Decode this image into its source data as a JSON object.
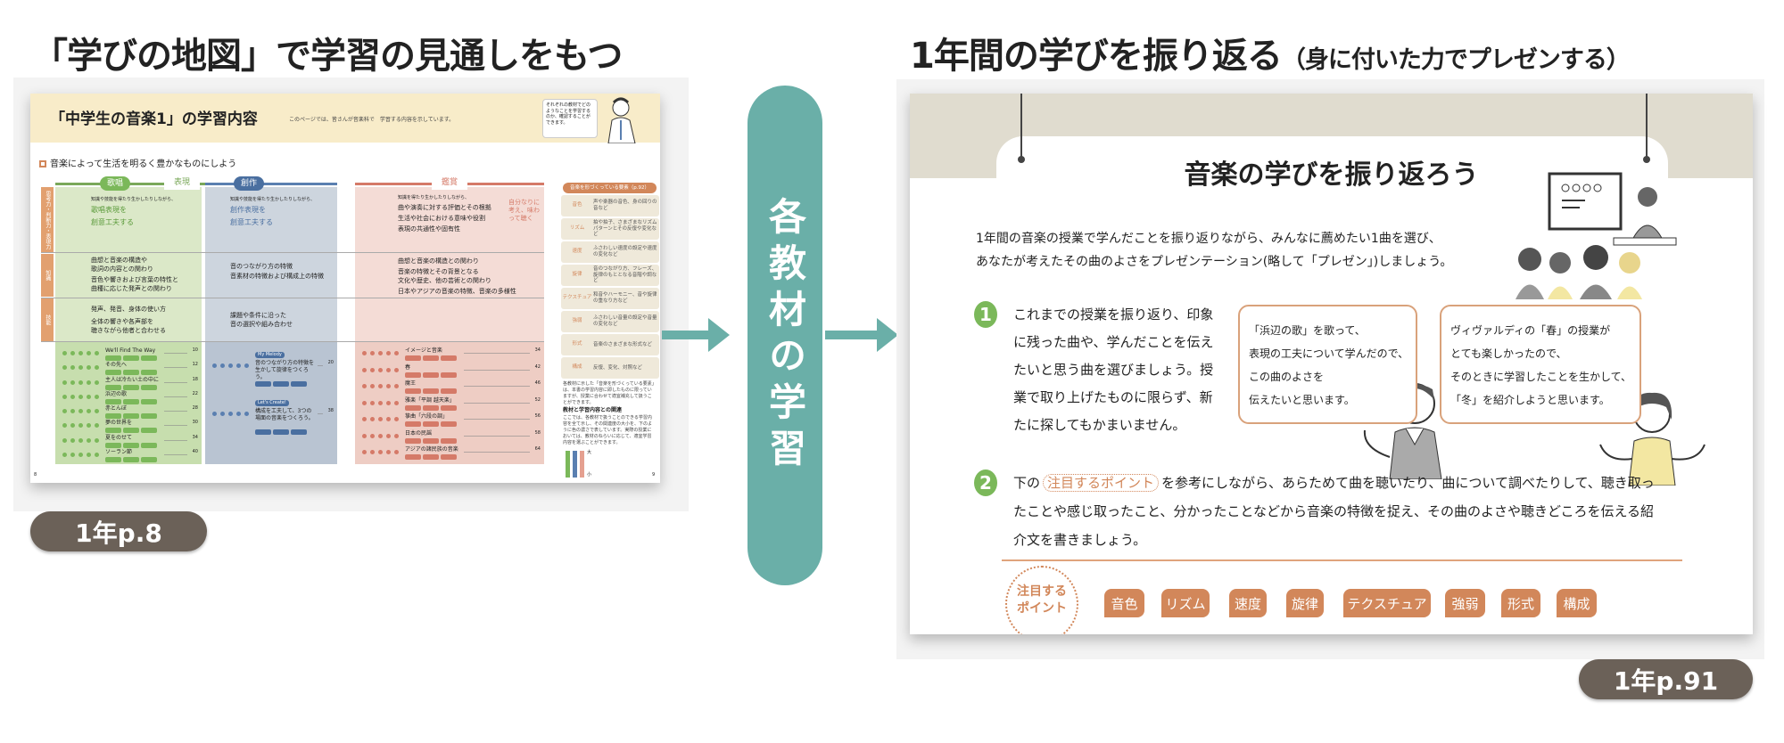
{
  "left": {
    "title": "「学びの地図」で学習の見通しをもつ",
    "badge": "1年p.8",
    "thumb": {
      "title": "「中学生の音楽1」の学習内容",
      "subtitle": "このページでは、皆さんが音楽科で　学習する内容を示しています。",
      "bubble": "それぞれの教材でどのようなことを学習するのか、確認することができます。",
      "section": "音楽によって生活を明るく豊かなものにしよう",
      "row_labels": [
        "思考力・判断力・表現力",
        "知識",
        "技能"
      ],
      "col_headers": {
        "kasho": "歌唱",
        "hyogen": "表現",
        "sosaku": "創作",
        "kansho": "鑑賞"
      },
      "green_texts": [
        "知識や技能を得たり生かしたりしながら、",
        "歌唱表現を",
        "創意工夫する",
        "曲想と音楽の構造や",
        "歌詞の内容との関わり",
        "音色や響きおよび言葉の特性と",
        "曲種に応じた発声との関わり",
        "発声、発音、身体の使い方",
        "全体の響きや各声部を",
        "聴きながら他者と合わせる"
      ],
      "blue_texts": [
        "知識や技能を得たり生かしたりしながら、",
        "創作表現を",
        "創意工夫する",
        "音のつながり方の特徴",
        "音素材の特徴および構成上の特徴",
        "課題や条件に沿った",
        "音の選択や組み合わせ"
      ],
      "red_texts": [
        "知識を得たり生かしたりしながら、",
        "曲や演奏に対する評価とその根拠",
        "生活や社会における意味や役割",
        "表現の共通性や固有性",
        "曲想と音楽の構造との関わり",
        "音楽の特徴とその背景となる",
        "文化や歴史、他の芸術との関わり",
        "日本やアジアの音楽の特徴、音楽の多様性"
      ],
      "red_aside": "自分なりに考え、味わって聴く",
      "green_items": [
        {
          "name": "We'll Find The Way",
          "page": "10"
        },
        {
          "name": "その先へ",
          "page": "12"
        },
        {
          "name": "主人は冷たい土の中に",
          "page": "18"
        },
        {
          "name": "浜辺の歌",
          "page": "22"
        },
        {
          "name": "赤とんぼ",
          "page": "28"
        },
        {
          "name": "夢の世界を",
          "page": "30"
        },
        {
          "name": "夏をのせて",
          "page": "34"
        },
        {
          "name": "ソーラン節",
          "page": "40"
        }
      ],
      "blue_items": [
        {
          "tag": "My Melody",
          "name": "音のつながり方の特徴を生かして旋律をつくろう。",
          "page": "20"
        },
        {
          "tag": "Let's Create!",
          "name": "構成を工夫して、3つの場面の音楽をつくろう。",
          "page": "38"
        }
      ],
      "red_items": [
        {
          "name": "イメージと音楽",
          "page": "34"
        },
        {
          "name": "春",
          "page": "42"
        },
        {
          "name": "魔王",
          "page": "46"
        },
        {
          "name": "雅楽「平調 越天楽」",
          "page": "52"
        },
        {
          "name": "箏曲「六段の調」",
          "page": "56"
        },
        {
          "name": "日本の民謡",
          "page": "58"
        },
        {
          "name": "アジアの諸民族の音楽",
          "page": "64"
        }
      ],
      "side_header": "音楽を形づくっている要素（p.92）",
      "side_rows": [
        {
          "k": "音色",
          "v": "声や楽器の音色、身の回りの音など"
        },
        {
          "k": "リズム",
          "v": "拍や拍子、さまざまなリズムパターンとその反復や変化など"
        },
        {
          "k": "速度",
          "v": "ふさわしい速度の設定や速度の変化など"
        },
        {
          "k": "旋律",
          "v": "音のつながり方、フレーズ、旋律のもととなる音階や調など"
        },
        {
          "k": "テクスチュア",
          "v": "和音やハーモニー、音や旋律の重なり方など"
        },
        {
          "k": "強弱",
          "v": "ふさわしい音量の設定や音量の変化など"
        },
        {
          "k": "形式",
          "v": "音楽のさまざまな形式など"
        },
        {
          "k": "構成",
          "v": "反復、変化、対照など"
        }
      ],
      "side_note": "各教材に示した「音楽を形づくっている要素」は、本書の学習内容に即したものに限っていますが、授業に合わせて適宜補充して扱うことができます。",
      "side_heading2": "教材と学習内容との関連",
      "side_note2": "ここでは、各教材で扱うことのできる学習内容を全て示し、その関連度の大小を、下のように色の濃さで表しています。実際の授業においては、教材のねらいに応じて、適宜学習内容を選ぶことができます。",
      "legend_big": "大",
      "legend_small": "小",
      "page_left": "8",
      "page_right": "9"
    }
  },
  "center": {
    "label": "各教材の学習",
    "color": "#6aafa8"
  },
  "right": {
    "title": "1年間の学びを振り返る",
    "title_sub": "（身に付いた力でプレゼンする）",
    "badge": "1年p.91",
    "page": {
      "heading": "音楽の学びを振り返ろう",
      "intro": [
        "1年間の音楽の授業で学んだことを振り返りながら、みんなに薦めたい1曲を選び、",
        "あなたが考えたその曲のよさをプレゼンテーション(略して「プレゼン」)しましょう。"
      ],
      "step1_num": "1",
      "step1": [
        "これまでの授業を振り返り、印象",
        "に残った曲や、学んだことを伝え",
        "たいと思う曲を選びましょう。授",
        "業で取り上げたものに限らず、新",
        "たに探してもかまいません。"
      ],
      "bubble1": [
        "「浜辺の歌」を歌って、",
        "表現の工夫について学んだので、",
        "この曲のよさを",
        "伝えたいと思います。"
      ],
      "bubble2": [
        "ヴィヴァルディの「春」の授業が",
        "とても楽しかったので、",
        "そのときに学習したことを生かして、",
        "「冬」を紹介しようと思います。"
      ],
      "step2_num": "2",
      "step2_pre": "下の",
      "step2_key": "注目するポイント",
      "step2": [
        "を参考にしながら、あらためて曲を聴いたり、曲について調べたりして、聴き取っ",
        "たことや感じ取ったこと、分かったことなどから音楽の特徴を捉え、その曲のよさや聴きどころを伝える紹",
        "介文を書きましょう。"
      ],
      "points_label": [
        "注目する",
        "ポイント"
      ],
      "chips": [
        "音色",
        "リズム",
        "速度",
        "旋律",
        "テクスチュア",
        "強弱",
        "形式",
        "構成"
      ],
      "accent": "#d2875a"
    }
  }
}
